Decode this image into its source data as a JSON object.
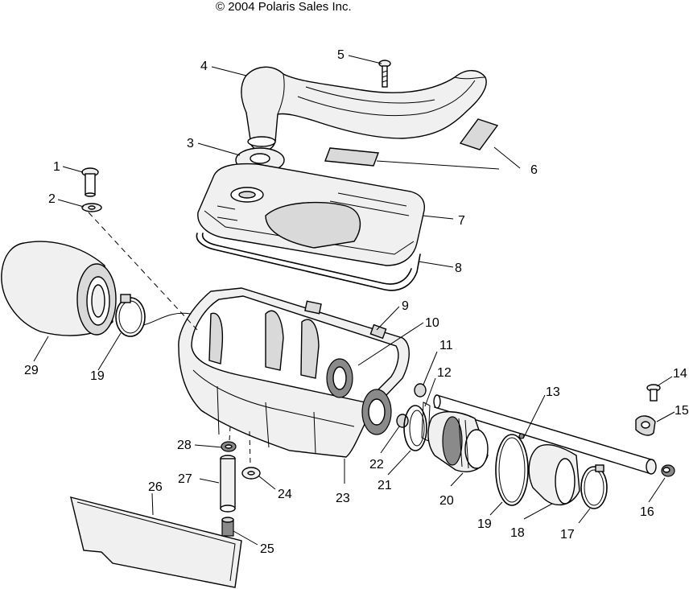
{
  "copyright": "© 2004 Polaris Sales Inc.",
  "callouts": [
    {
      "id": "1",
      "label": "1"
    },
    {
      "id": "2",
      "label": "2"
    },
    {
      "id": "3",
      "label": "3"
    },
    {
      "id": "4",
      "label": "4"
    },
    {
      "id": "5",
      "label": "5"
    },
    {
      "id": "6",
      "label": "6"
    },
    {
      "id": "7",
      "label": "7"
    },
    {
      "id": "8",
      "label": "8"
    },
    {
      "id": "9",
      "label": "9"
    },
    {
      "id": "10",
      "label": "10"
    },
    {
      "id": "11",
      "label": "11"
    },
    {
      "id": "12",
      "label": "12"
    },
    {
      "id": "13",
      "label": "13"
    },
    {
      "id": "14",
      "label": "14"
    },
    {
      "id": "15",
      "label": "15"
    },
    {
      "id": "16",
      "label": "16"
    },
    {
      "id": "17",
      "label": "17"
    },
    {
      "id": "18",
      "label": "18"
    },
    {
      "id": "19a",
      "label": "19"
    },
    {
      "id": "19b",
      "label": "19"
    },
    {
      "id": "20",
      "label": "20"
    },
    {
      "id": "21",
      "label": "21"
    },
    {
      "id": "22",
      "label": "22"
    },
    {
      "id": "23",
      "label": "23"
    },
    {
      "id": "24",
      "label": "24"
    },
    {
      "id": "25",
      "label": "25"
    },
    {
      "id": "26",
      "label": "26"
    },
    {
      "id": "27",
      "label": "27"
    },
    {
      "id": "28",
      "label": "28"
    },
    {
      "id": "29",
      "label": "29"
    }
  ]
}
